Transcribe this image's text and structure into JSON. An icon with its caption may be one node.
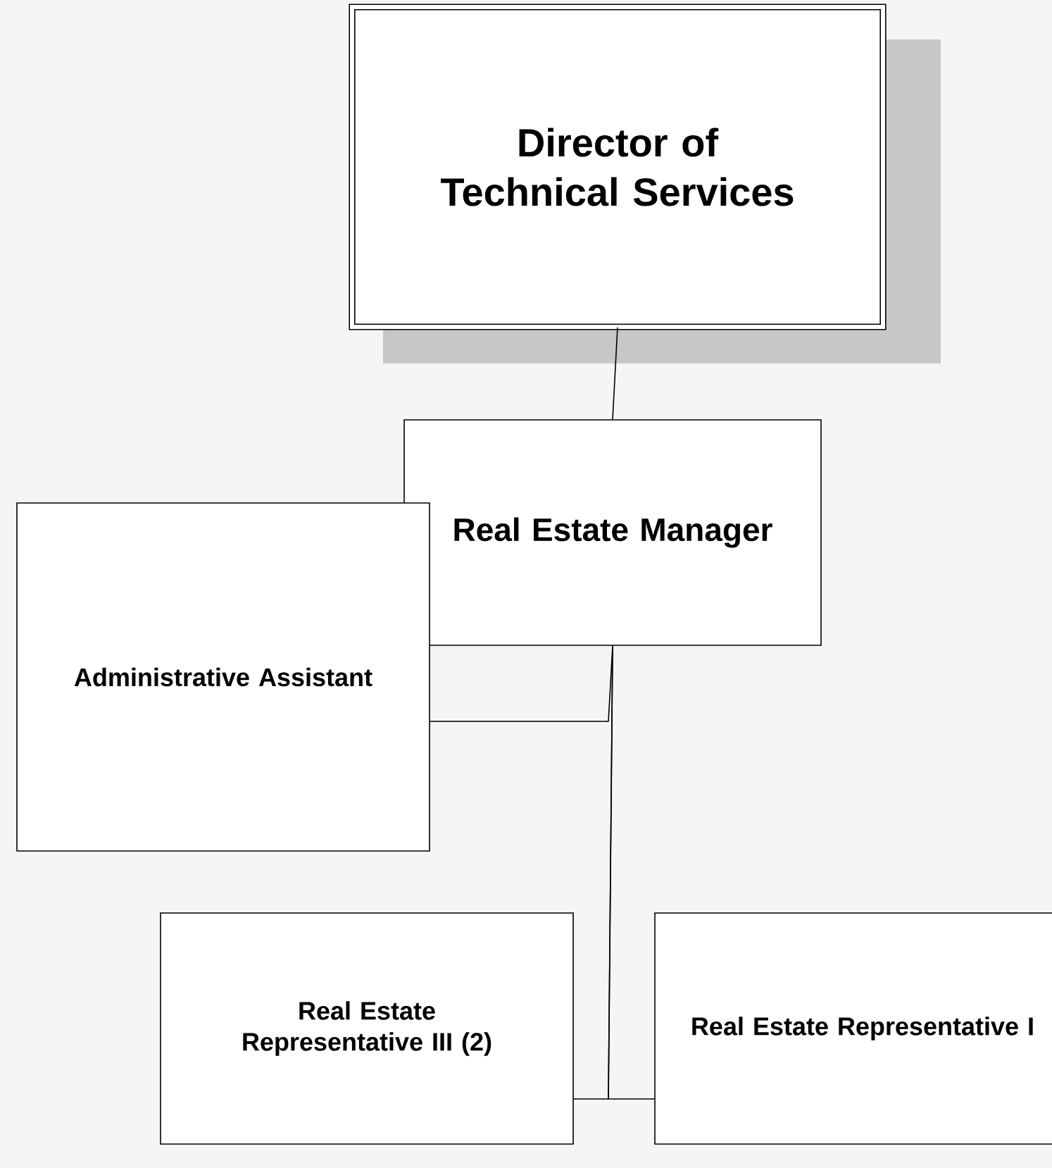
{
  "diagram": {
    "nodes": [
      {
        "text": [
          "Director of Technical Services"
        ]
      },
      {
        "text": [
          "Real Estate Manager"
        ]
      },
      {
        "text": [
          "Administrative Assistant"
        ]
      },
      {
        "text": [
          "Real Estate Representative III (2)"
        ]
      },
      {
        "text": [
          "Real Estate Representative I"
        ]
      }
    ],
    "edges": [
      {
        "from": 0,
        "to": 1,
        "arrow": "none"
      },
      {
        "from": 1,
        "to": 2,
        "arrow": "none"
      },
      {
        "from": 1,
        "to": 3,
        "arrow": "none"
      },
      {
        "from": 1,
        "to": 4,
        "arrow": "none"
      }
    ]
  }
}
